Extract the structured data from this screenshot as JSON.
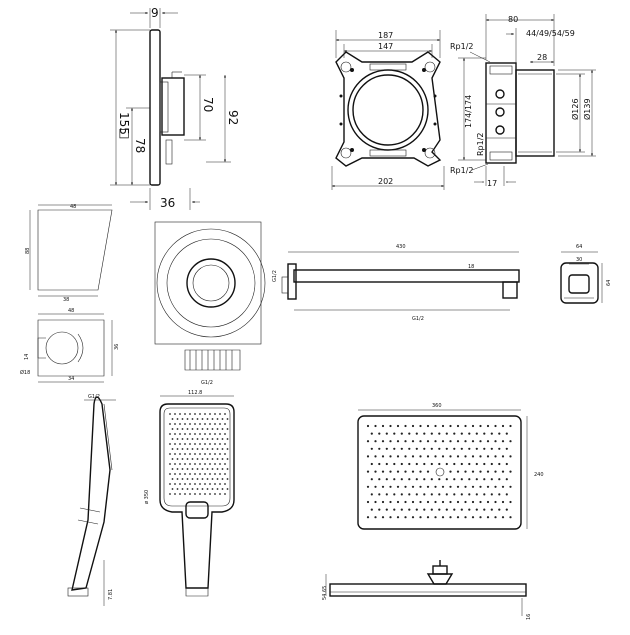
{
  "valve_front": {
    "dims": {
      "top": "9",
      "height": "155",
      "square": "78",
      "knob": "70",
      "body": "92",
      "depth": "36"
    },
    "square_symbol": "□"
  },
  "wallbox_front": {
    "dims": {
      "outer_w": "187",
      "inner_w": "147",
      "total_w": "202"
    }
  },
  "wallbox_side": {
    "dims": {
      "depth": "80",
      "options": "44/49/54/59",
      "offset": "28",
      "diam_a": "Ø126",
      "diam_b": "Ø139",
      "height": "174/174",
      "bottom": "17"
    },
    "threads": [
      "Rp1/2",
      "Rp1/2",
      "Rp1/2"
    ]
  },
  "holder_side": {
    "dims": {
      "w": "48",
      "h": "88",
      "base": "38"
    }
  },
  "holder_top": {
    "dims": {
      "w": "48",
      "h": "36",
      "d": "34",
      "angle": "14",
      "diam": "Ø18"
    }
  },
  "outlet_front": {
    "dims": {
      "thread": "G1/2"
    }
  },
  "arm": {
    "dims": {
      "length": "430",
      "thickness": "18",
      "thread": "G1/2",
      "thread_left": "G1/2"
    }
  },
  "elbow": {
    "dims": {
      "w": "64",
      "inner": "30",
      "h": "64"
    }
  },
  "handshower_side": {
    "dims": {
      "top": "G1/2",
      "bottom": "7.81"
    }
  },
  "handshower_front": {
    "dims": {
      "w": "112.8",
      "length": "ø 350"
    }
  },
  "overhead_front": {
    "dims": {
      "w": "360",
      "h": "240"
    }
  },
  "overhead_side": {
    "dims": {
      "h": "54.65",
      "t": "16"
    }
  }
}
